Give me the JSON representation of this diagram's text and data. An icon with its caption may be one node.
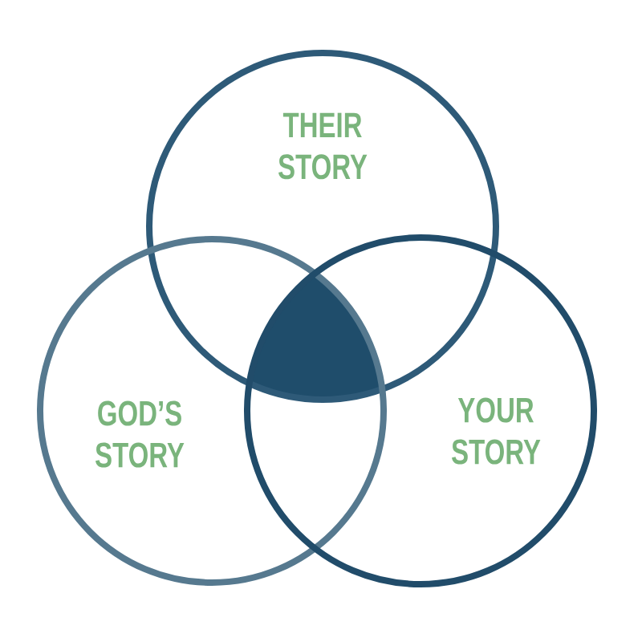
{
  "diagram": {
    "nodes": [
      {
        "text": [
          "THEIR STORY"
        ]
      },
      {
        "text": [
          "GOD’S STORY"
        ]
      },
      {
        "text": [
          "YOUR STORY"
        ]
      },
      {
        "text": [],
        "shape": "triangle"
      }
    ]
  }
}
